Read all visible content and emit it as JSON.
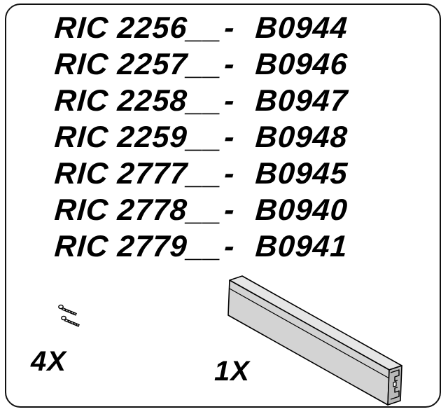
{
  "codes": [
    {
      "model": "RIC 2256__",
      "sep": "-",
      "part": "B0944"
    },
    {
      "model": "RIC 2257__",
      "sep": "-",
      "part": "B0946"
    },
    {
      "model": "RIC 2258__",
      "sep": "-",
      "part": "B0947"
    },
    {
      "model": "RIC 2259__",
      "sep": "-",
      "part": "B0948"
    },
    {
      "model": "RIC 2777__",
      "sep": "-",
      "part": "B0945"
    },
    {
      "model": "RIC 2778__",
      "sep": "-",
      "part": "B0940"
    },
    {
      "model": "RIC 2779__",
      "sep": "-",
      "part": "B0941"
    }
  ],
  "quantities": {
    "screws": "4X",
    "profile": "1X"
  },
  "icons": {
    "screws": "screws-icon",
    "profile": "aluminium-profile-icon"
  },
  "colors": {
    "ink": "#000000",
    "profile_fill": "#d3d3d3",
    "profile_shade": "#b9b9b9"
  }
}
